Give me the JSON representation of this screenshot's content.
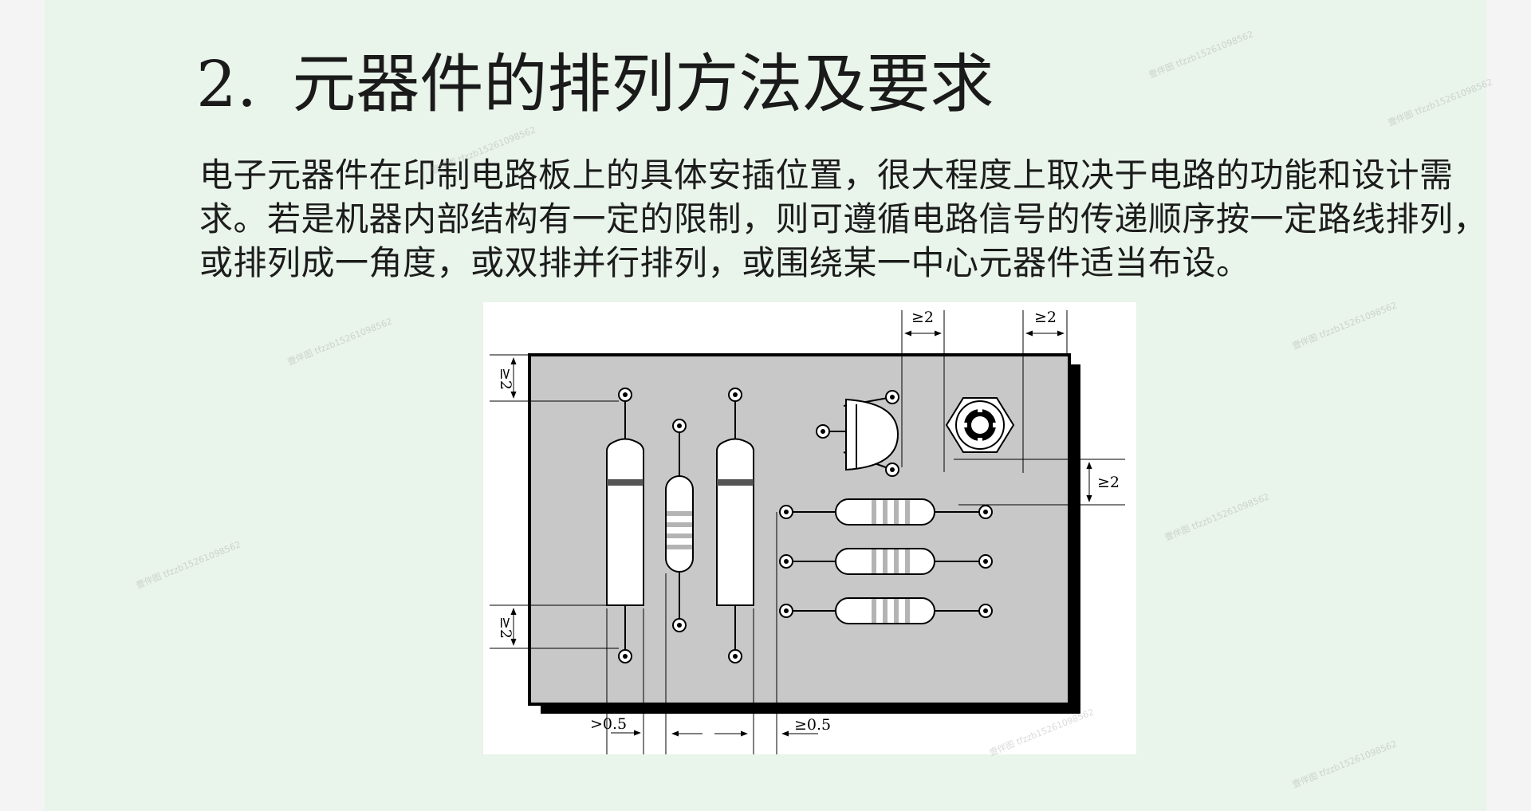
{
  "slide": {
    "title_number": "2.",
    "title_text": "元器件的排列方法及要求",
    "body": "电子元器件在印制电路板上的具体安插位置，很大程度上取决于电路的功能和设计需求。若是机器内部结构有一定的限制，则可遵循电路信号的传递顺序按一定路线排列，或排列成一角度，或双排并行排列，或围绕某一中心元器件适当布设。"
  },
  "figure": {
    "labels": {
      "top_spacing_1": "≥2",
      "top_spacing_2": "≥2",
      "right_spacing": "≥2",
      "left_spacing_top": "≥2",
      "left_spacing_bottom": "≥2",
      "bottom_spacing_left": ">0.5",
      "bottom_spacing_right": "≥0.5"
    },
    "colors": {
      "board": "#c8c8c8",
      "board_shadow": "#000000",
      "component_fill": "#ffffff",
      "band_dark": "#555555",
      "band_light": "#b4b4b4"
    }
  },
  "theme": {
    "background": "#e9f4ea",
    "text": "#1c1c1c"
  },
  "watermark": {
    "text": "壹伴图 tfzzb15261098562"
  }
}
